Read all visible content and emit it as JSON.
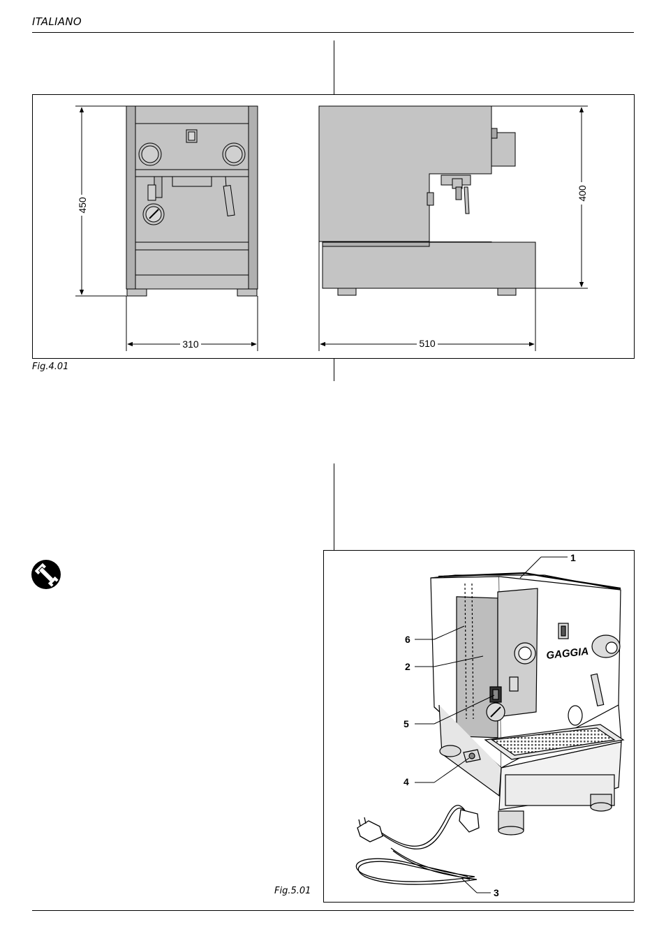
{
  "header": {
    "language": "ITALIANO"
  },
  "figures": [
    {
      "caption": "Fig.4.01",
      "dimensions": {
        "height_front": "450",
        "height_side": "400",
        "width_front": "310",
        "depth_side": "510"
      }
    },
    {
      "caption": "Fig.5.01",
      "callouts": [
        "1",
        "2",
        "3",
        "4",
        "5",
        "6"
      ],
      "brand_logo": "GAGGIA",
      "section_icon": "wrench-icon"
    }
  ]
}
